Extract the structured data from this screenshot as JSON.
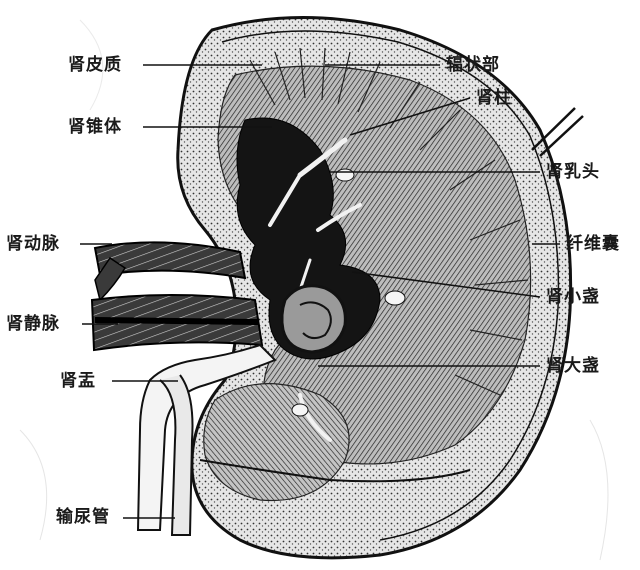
{
  "labels": {
    "cortex": "肾皮质",
    "pyramid": "肾锥体",
    "renal_artery": "肾动脉",
    "renal_vein": "肾静脉",
    "pelvis": "肾盂",
    "ureter": "输尿管",
    "radiate_part": "辐状部",
    "renal_column": "肾柱",
    "papilla": "肾乳头",
    "fibrous_capsule": "纤维囊",
    "minor_calyx": "肾小盏",
    "major_calyx": "肾大盏"
  },
  "colors": {
    "ink": "#1a1a1a",
    "paper": "#ffffff",
    "cortex_fill": "#d9d9d9",
    "medulla_fill": "#8c8c8c",
    "sinus_fill": "#111111"
  }
}
